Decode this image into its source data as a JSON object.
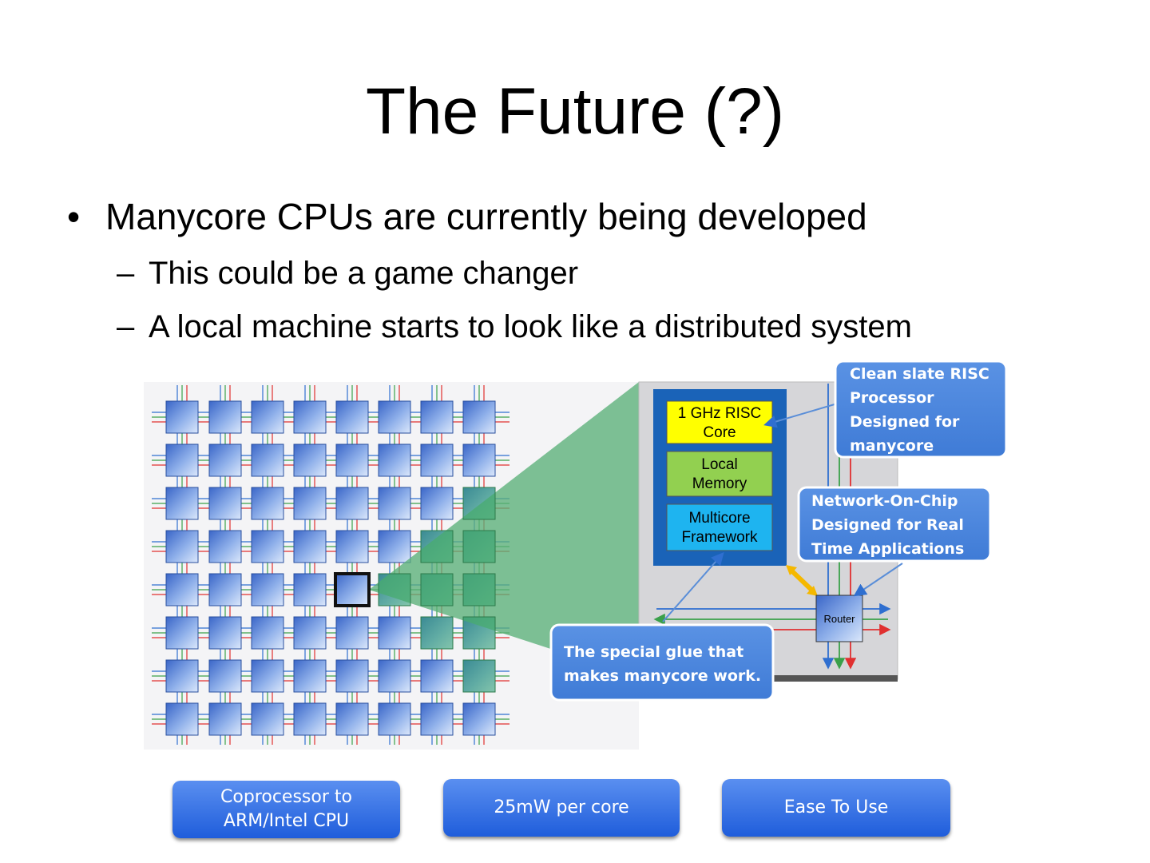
{
  "slide": {
    "title": "The Future (?)",
    "bullet": "Manycore CPUs are currently being developed",
    "sub1": "This could be a game changer",
    "sub2": "A local machine starts to look like a distributed system"
  },
  "diagram": {
    "core_blocks": [
      "1 GHz RISC\nCore",
      "Local\nMemory",
      "Multicore\nFramework"
    ],
    "router_label": "Router",
    "callouts": [
      "Clean slate RISC\nProcessor\nDesigned for\nmanycore",
      "Network-On-Chip\nDesigned for Real\nTime Applications",
      "The special glue that\nmakes manycore work."
    ],
    "colors": {
      "core_fill": "#7a9fe2",
      "risc_block": "#ffff00",
      "memory_block": "#92d050",
      "framework_block": "#1eb4f0",
      "callout_fill": "#4a86dd",
      "zoom_wedge": "#5aaf78"
    }
  },
  "buttons": [
    "Coprocessor to\nARM/Intel CPU",
    "25mW per core",
    "Ease To Use"
  ]
}
